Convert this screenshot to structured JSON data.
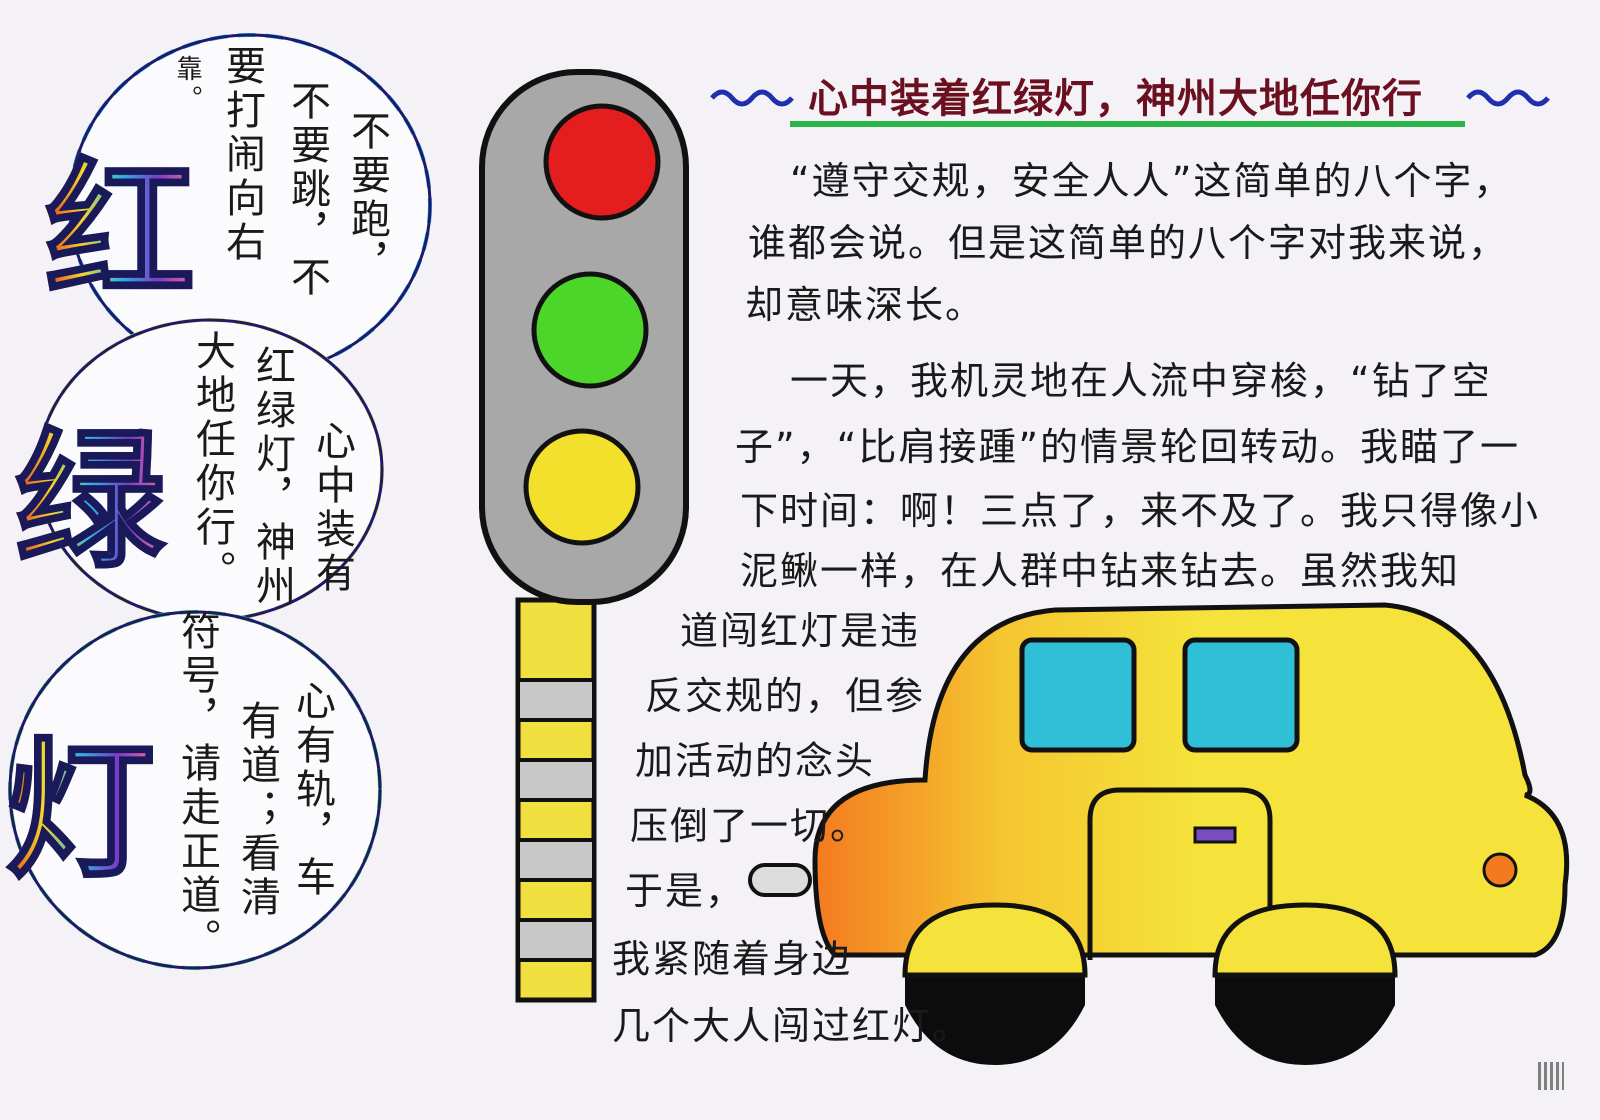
{
  "title": "心中装着红绿灯，神州大地任你行",
  "colors": {
    "red_light": "#e41e1e",
    "green_light": "#4cd62a",
    "yellow_light": "#f3e02c",
    "car_body": "#f5e23a",
    "car_window": "#2fc0d8",
    "housing": "#a8a8a8"
  },
  "bubbles": [
    {
      "big_char": "红",
      "columns": [
        "不要跑，",
        "不要跳，不",
        "要打闹向右",
        "靠。"
      ]
    },
    {
      "big_char": "绿",
      "columns": [
        "心中装有",
        "红绿灯，神州",
        "大地任你行。"
      ]
    },
    {
      "big_char": "灯",
      "columns": [
        "心有轨，车",
        "有道；看清",
        "符号，请走正道。"
      ]
    }
  ],
  "article_lines": [
    "“遵守交规，安全人人”这简单的八个字，",
    "谁都会说。但是这简单的八个字对我来说，",
    "却意味深长。",
    "一天，我机灵地在人流中穿梭，“钻了空",
    "子”，“比肩接踵”的情景轮回转动。我瞄了一",
    "下时间：啊！三点了，来不及了。我只得像小",
    "泥鳅一样，在人群中钻来钻去。虽然我知"
  ],
  "article_lines_lower": [
    "道闯红灯是违",
    "反交规的，但参",
    "加活动的念头",
    "压倒了一切。",
    "于是，",
    "我紧随着身边",
    "几个大人闯过红灯。"
  ]
}
